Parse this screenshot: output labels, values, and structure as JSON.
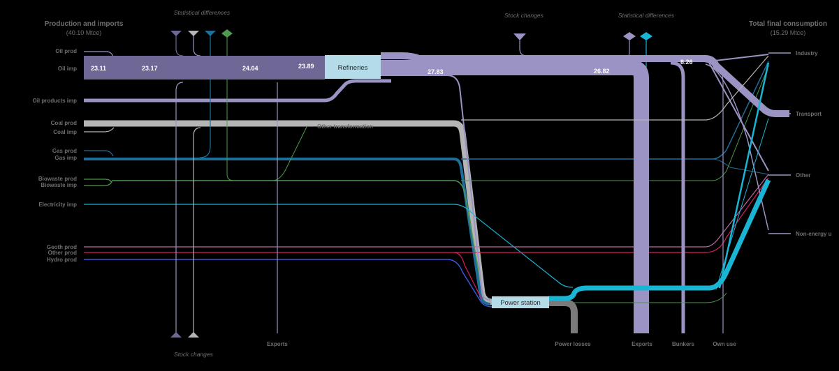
{
  "headers": {
    "left_title": "Production and imports",
    "left_total": "(40.10 Mtce)",
    "right_title": "Total final consumption",
    "right_total": "(15.29 Mtce)"
  },
  "italic_labels": {
    "stat_diff_left": "Statistical differences",
    "stat_diff_right": "Statistical differences",
    "stock_changes_top": "Stock changes",
    "stock_changes_bottom": "Stock changes"
  },
  "sources": {
    "oil_prod": "Oil prod",
    "oil_imp": "Oil imp",
    "oil_products_imp": "Oil products imp",
    "coal_prod": "Coal prod",
    "coal_imp": "Coal imp",
    "gas_prod": "Gas prod",
    "gas_imp": "Gas imp",
    "biowaste_prod": "Biowaste prod",
    "biowaste_imp": "Biowaste imp",
    "electricity_imp": "Electricity imp",
    "geoth_prod": "Geoth prod",
    "other_prod": "Other prod",
    "hydro_prod": "Hydro prod"
  },
  "nodes": {
    "refineries": "Refineries",
    "power_station": "Power station",
    "other_transformation": "Other transformation"
  },
  "flow_values": {
    "v1": "23.11",
    "v2": "23.17",
    "v3": "24.04",
    "v4": "23.89",
    "v5": "27.83",
    "v6": "26.82",
    "v7": "8.26"
  },
  "sinks_bottom": {
    "exports_left": "Exports",
    "power_losses": "Power losses",
    "exports_right": "Exports",
    "bunkers": "Bunkers",
    "own_use": "Own use"
  },
  "final_consumption": {
    "industry": "Industry",
    "transport": "Transport",
    "other": "Other",
    "non_energy": "Non-energy u"
  },
  "colors": {
    "oil": "#9b93c4",
    "oil_dark": "#6f6896",
    "coal": "#b5b5b5",
    "gas": "#1f6e99",
    "biowaste": "#4e9a4e",
    "electricity": "#1ab4d4",
    "geoth": "#b86aa0",
    "other_prod": "#d91e5f",
    "hydro": "#3b55d9",
    "losses": "#7a7a7a"
  }
}
